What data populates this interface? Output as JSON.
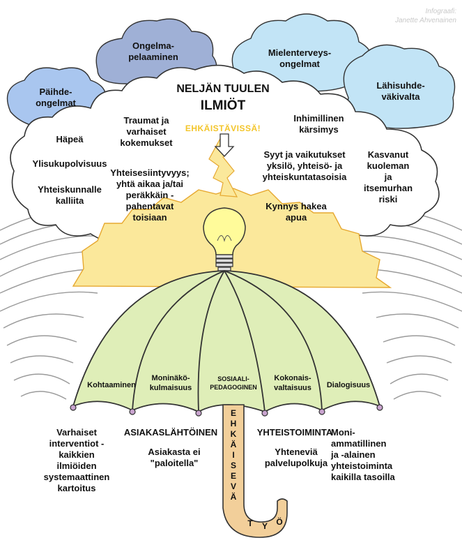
{
  "credit": "Infograafi:\nJanette Ahvenainen",
  "clouds": {
    "ongelmapelaaminen": "Ongelma-\npelaaminen",
    "mielenterveys": "Mielenterveys-\nongelmat",
    "paihde": "Päihde-\nongelmat",
    "lahisuhde": "Lähisuhde-\nväkivalta"
  },
  "title": {
    "line1": "NELJÄN TUULEN",
    "line2": "ILMIÖT",
    "warning": "EHKÄISTÄVISSÄ!"
  },
  "phenomena": {
    "hapea": "Häpeä",
    "ylisukupolvisuus": "Ylisukupolvisuus",
    "kalliita": "Yhteiskunnalle\nkalliita",
    "traumat": "Traumat ja\nvarhaiset\nkokemukset",
    "yhteisesiintyvyys": "Yhteisesiintyvyys;\nyhtä aikaa ja/tai\nperäkkäin -\npahentavat\ntoisiaan",
    "inhimillinen": "Inhimillinen\nkärsimys",
    "syyt": "Syyt ja vaikutukset\nyksilö, yhteisö- ja\nyhteiskuntatasoisia",
    "kynnys": "Kynnys hakea\napua",
    "kasvanut": "Kasvanut\nkuoleman\nja\nitsemurhan\nriski"
  },
  "umbrella_segments": {
    "kohtaaminen": "Kohtaaminen",
    "moninako": "Moninäkö-\nkulmaisuus",
    "sosiaali": "SOSIAALI-\nPEDAGOGINEN",
    "kokonais": "Kokonais-\nvaltaisuus",
    "dialogisuus": "Dialogisuus"
  },
  "handle": {
    "letters": [
      "E",
      "H",
      "K",
      "Ä",
      "I",
      "S",
      "E",
      "V",
      "Ä"
    ],
    "tyo": [
      "T",
      "Y",
      "Ö"
    ]
  },
  "bottom": {
    "varhaiset": "Varhaiset\ninterventiot -\nkaikkien\nilmiöiden\nsystemaattinen\nkartoitus",
    "asiakaslahtoinen": "ASIAKASLÄHTÖINEN",
    "paloitella": "Asiakasta ei\n\"paloitella\"",
    "yhteistoiminta": "YHTEISTOIMINTA",
    "palvelupolku": "Yhteneviä\npalvelupolkuja",
    "moniammatillinen": "Moni-\nammatillinen\nja -alainen\nyhteistoiminta\nkaikilla tasoilla"
  },
  "colors": {
    "umbrella": "#dfeeb8",
    "glow": "#fbe89b",
    "bulb": "#fffb9a",
    "handle": "#f2cf9a",
    "warning": "#f3c52a",
    "cloud_blue": "#a9c6ef",
    "cloud_navy": "#9fb0d6",
    "cloud_cyan": "#c2e4f6"
  }
}
